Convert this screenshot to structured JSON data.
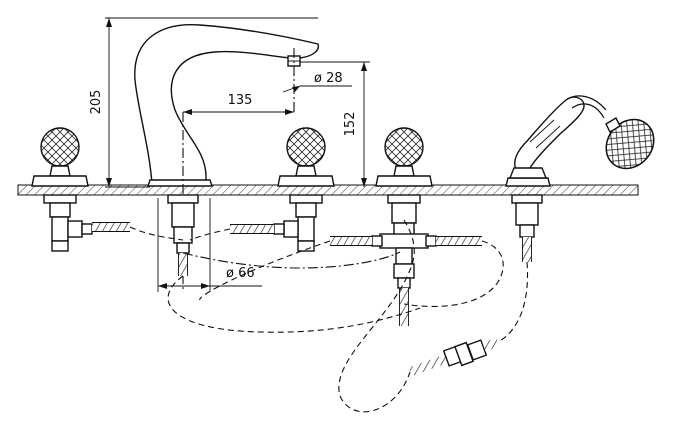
{
  "dimensions": {
    "height_total": "205",
    "spout_reach": "135",
    "spout_outlet_dia": "ø 28",
    "spout_height": "152",
    "pipe_dia": "ø 66"
  },
  "icons": {
    "crystal_handle": "crystal-knob-icon",
    "hand_shower": "hand-shower-icon",
    "spout": "swan-neck-spout-icon",
    "diverter": "diverter-valve-icon",
    "hose": "braided-hose-icon"
  }
}
